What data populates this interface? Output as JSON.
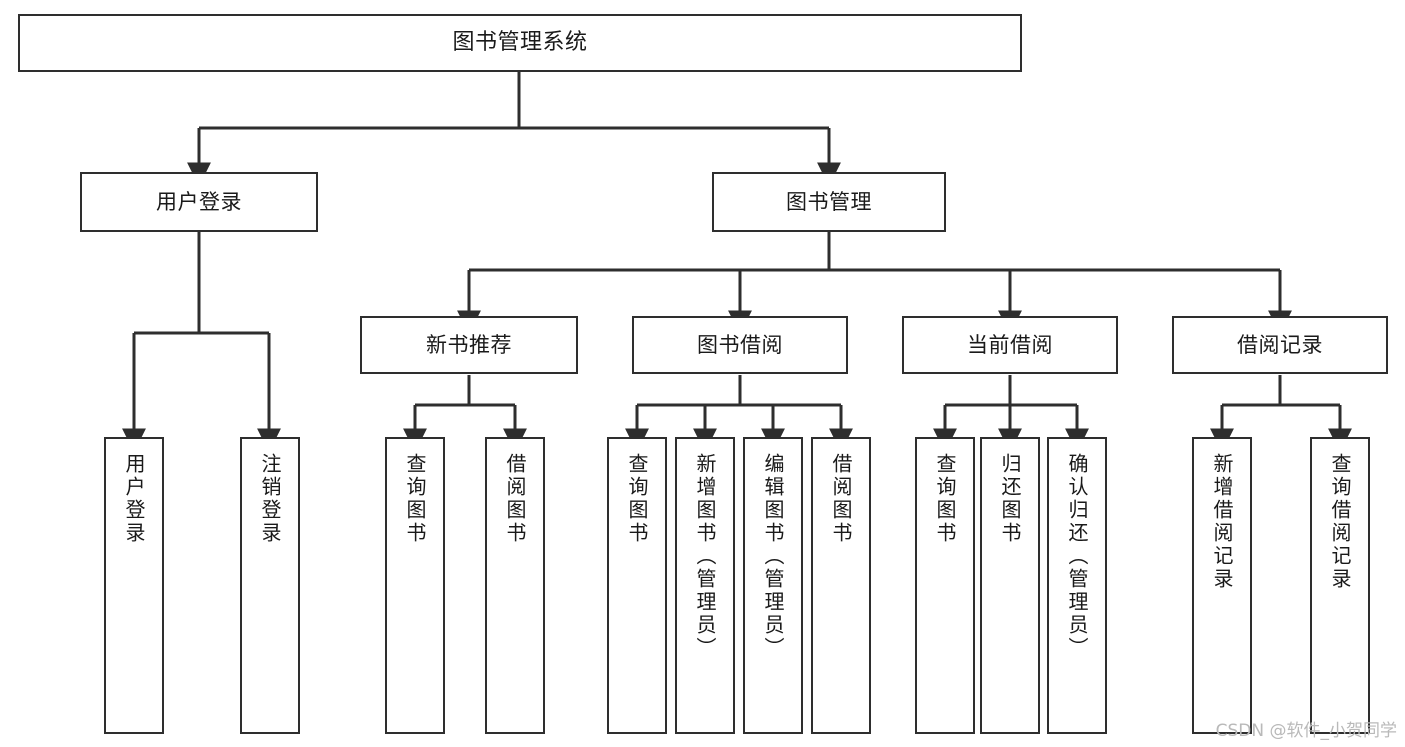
{
  "diagram": {
    "type": "tree-hierarchy-chart",
    "title": "图书管理系统",
    "stroke_color": "#2e2e2e",
    "background_color": "#ffffff",
    "text_color": "#1a1a1a",
    "levels": 4,
    "root": {
      "label": "图书管理系统"
    },
    "level1": [
      {
        "label": "用户登录"
      },
      {
        "label": "图书管理"
      }
    ],
    "level2": [
      {
        "label": "新书推荐"
      },
      {
        "label": "图书借阅"
      },
      {
        "label": "当前借阅"
      },
      {
        "label": "借阅记录"
      }
    ],
    "leaves": {
      "user_login": [
        {
          "label": "用户登录"
        },
        {
          "label": "注销登录"
        }
      ],
      "new_book_recommend": [
        {
          "label": "查询图书"
        },
        {
          "label": "借阅图书"
        }
      ],
      "book_borrow": [
        {
          "label": "查询图书"
        },
        {
          "label": "新增图书（管理员）"
        },
        {
          "label": "编辑图书（管理员）"
        },
        {
          "label": "借阅图书"
        }
      ],
      "current_borrow": [
        {
          "label": "查询图书"
        },
        {
          "label": "归还图书"
        },
        {
          "label": "确认归还（管理员）"
        }
      ],
      "borrow_record": [
        {
          "label": "新增借阅记录"
        },
        {
          "label": "查询借阅记录"
        }
      ]
    }
  },
  "watermark": {
    "text": "CSDN @软件_小贺同学",
    "color": "#b9b9b9"
  }
}
